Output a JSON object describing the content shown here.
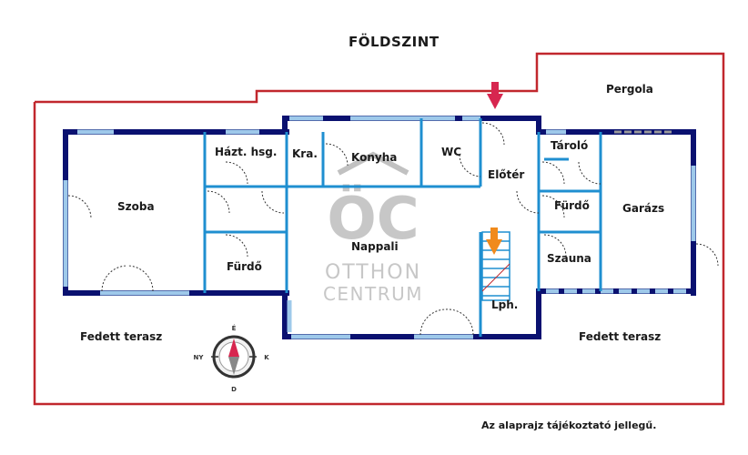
{
  "title": "FÖLDSZINT",
  "note": "Az alaprajz tájékoztató jellegű.",
  "rooms": {
    "szoba": "Szoba",
    "hazt_hsg": "Házt. hsg.",
    "kra": "Kra.",
    "konyha": "Konyha",
    "wc": "WC",
    "eloter": "Előtér",
    "tarolo": "Tároló",
    "furdo_left": "Fürdő",
    "furdo_right": "Fürdő",
    "nappali": "Nappali",
    "garazs": "Garázs",
    "szauna": "Szauna",
    "lph": "Lph.",
    "pergola": "Pergola",
    "fedett_terasz_left": "Fedett terasz",
    "fedett_terasz_right": "Fedett terasz"
  },
  "logo": {
    "mark": "ÖC",
    "line1": "OTTHON",
    "line2": "CENTRUM"
  },
  "compass": {
    "north": "É",
    "south": "D",
    "west": "NY",
    "east": "K"
  },
  "colors": {
    "wall": "#0a1170",
    "inner_wall": "#1f8fd0",
    "window": "#9ec9ea",
    "plot": "#c1272d",
    "entrance_arrow": "#d7264f",
    "stair_arrow": "#f08a1c",
    "logo": "#b5b5b5"
  }
}
